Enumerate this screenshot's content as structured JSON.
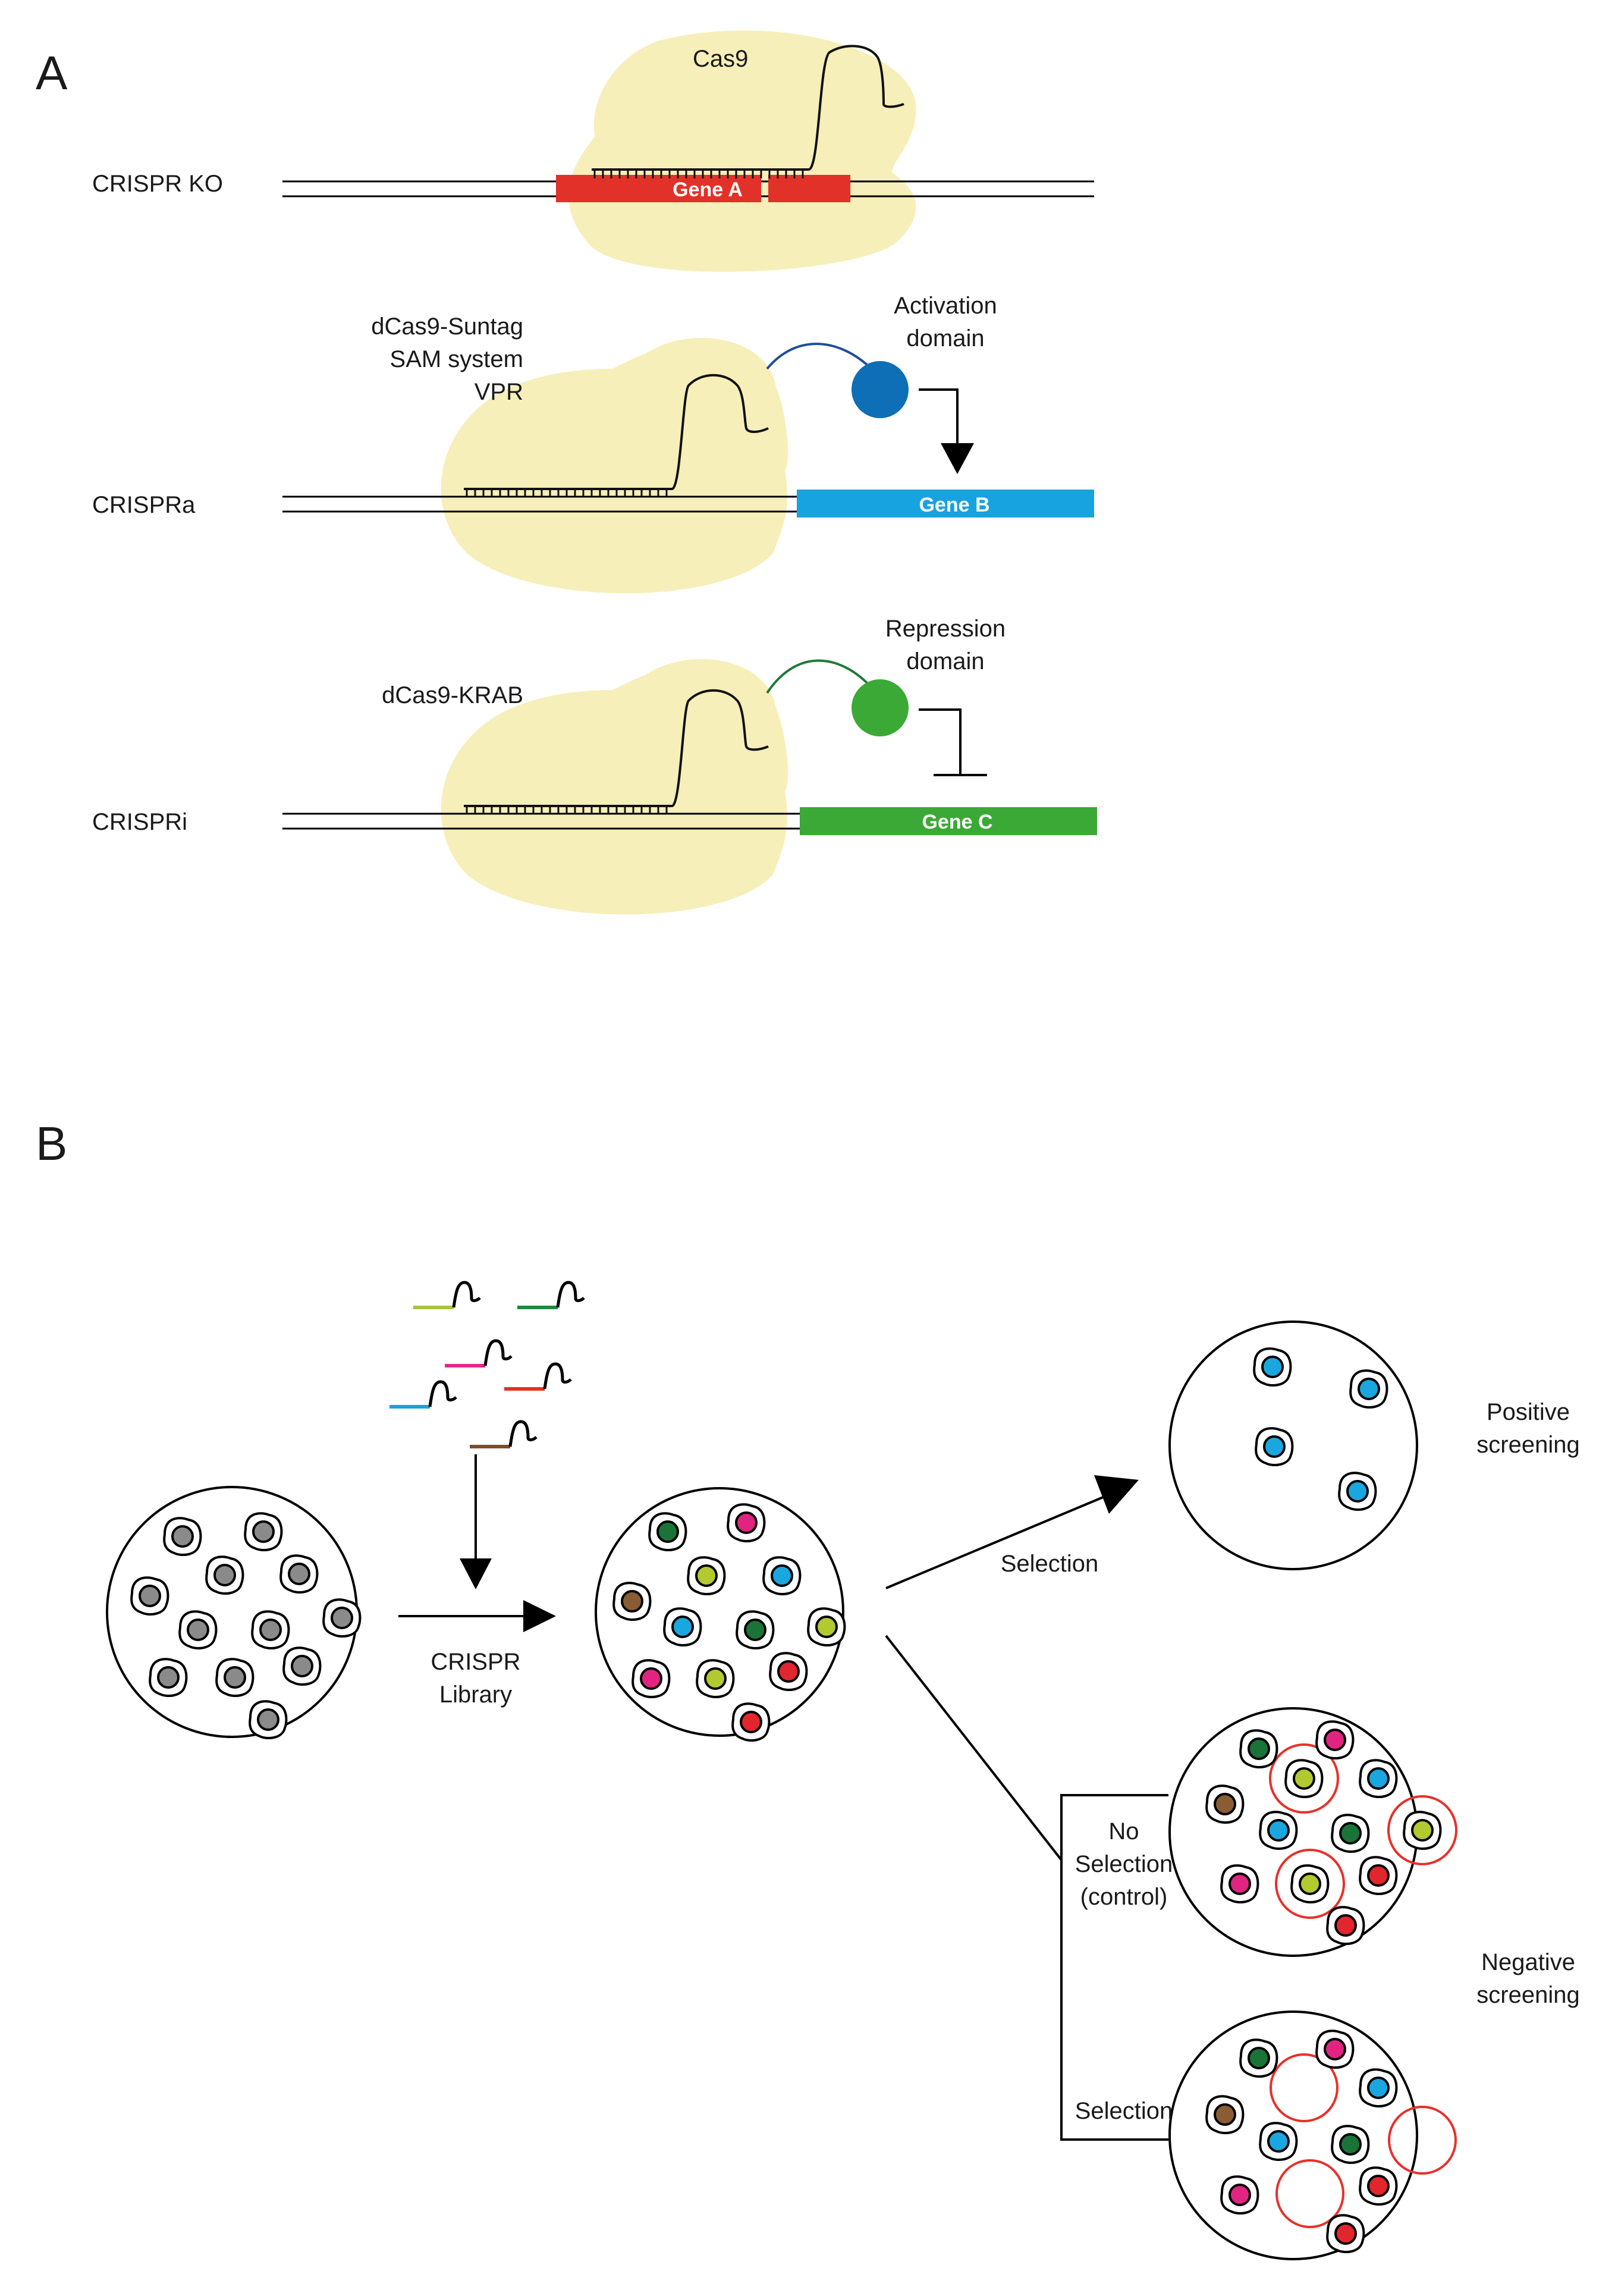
{
  "panel_a": {
    "letter": "A",
    "ko": {
      "row_label": "CRISPR KO",
      "protein_label": "Cas9",
      "gene_label": "Gene A"
    },
    "activation": {
      "row_label": "CRISPRa",
      "system_lines": [
        "dCas9-Suntag",
        "SAM system",
        "VPR"
      ],
      "domain_lines": [
        "Activation",
        "domain"
      ],
      "gene_label": "Gene B"
    },
    "interference": {
      "row_label": "CRISPRi",
      "system_label": "dCas9-KRAB",
      "domain_lines": [
        "Repression",
        "domain"
      ],
      "gene_label": "Gene C"
    }
  },
  "panel_b": {
    "letter": "B",
    "library_lines": [
      "CRISPR",
      "Library"
    ],
    "selection_label": "Selection",
    "positive_lines": [
      "Positive",
      "screening"
    ],
    "no_selection_lines": [
      "No",
      "Selection",
      "(control)"
    ],
    "selection_bottom_label": "Selection",
    "negative_lines": [
      "Negative",
      "screening"
    ]
  },
  "colors": {
    "cas_blob": "#f7efb9",
    "gene_a": "#e23128",
    "gene_b": "#16a3df",
    "gene_c": "#3ba935",
    "activation_domain": "#0e6fb6",
    "repression_domain": "#3ba935",
    "linker_blue": "#1f4e9a",
    "linker_green": "#1f7a3a",
    "outline_red": "#e8302a",
    "guides": [
      "#a8c43a",
      "#1f8a3d",
      "#e3288b",
      "#15a2df",
      "#e23128",
      "#7a4e2c"
    ],
    "nucleus_gray": "#8a8a8a",
    "nucleus_dark_green": "#1b7437",
    "nucleus_lime": "#b2c930",
    "nucleus_blue": "#1aa7e0",
    "nucleus_pink": "#e0247f",
    "nucleus_red": "#e1262d",
    "nucleus_brown": "#8a5c34"
  }
}
